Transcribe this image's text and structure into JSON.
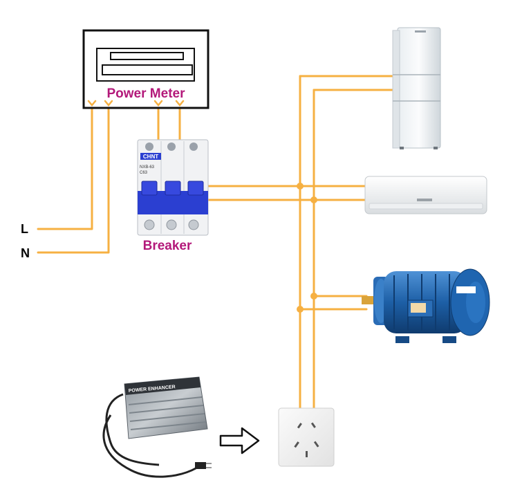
{
  "labels": {
    "meter": "Power Meter",
    "breaker": "Breaker",
    "line": "L",
    "neutral": "N"
  },
  "device_text": {
    "breaker_brand": "CHNT",
    "breaker_model": "NXB-63",
    "breaker_rating": "C63",
    "enhancer_name": "POWER ENHANCER"
  },
  "colors": {
    "wire": "#f6b042",
    "label_accent": "#b3197a",
    "breaker_blue": "#2b3fd1",
    "motor_blue": "#1d5fa6"
  }
}
